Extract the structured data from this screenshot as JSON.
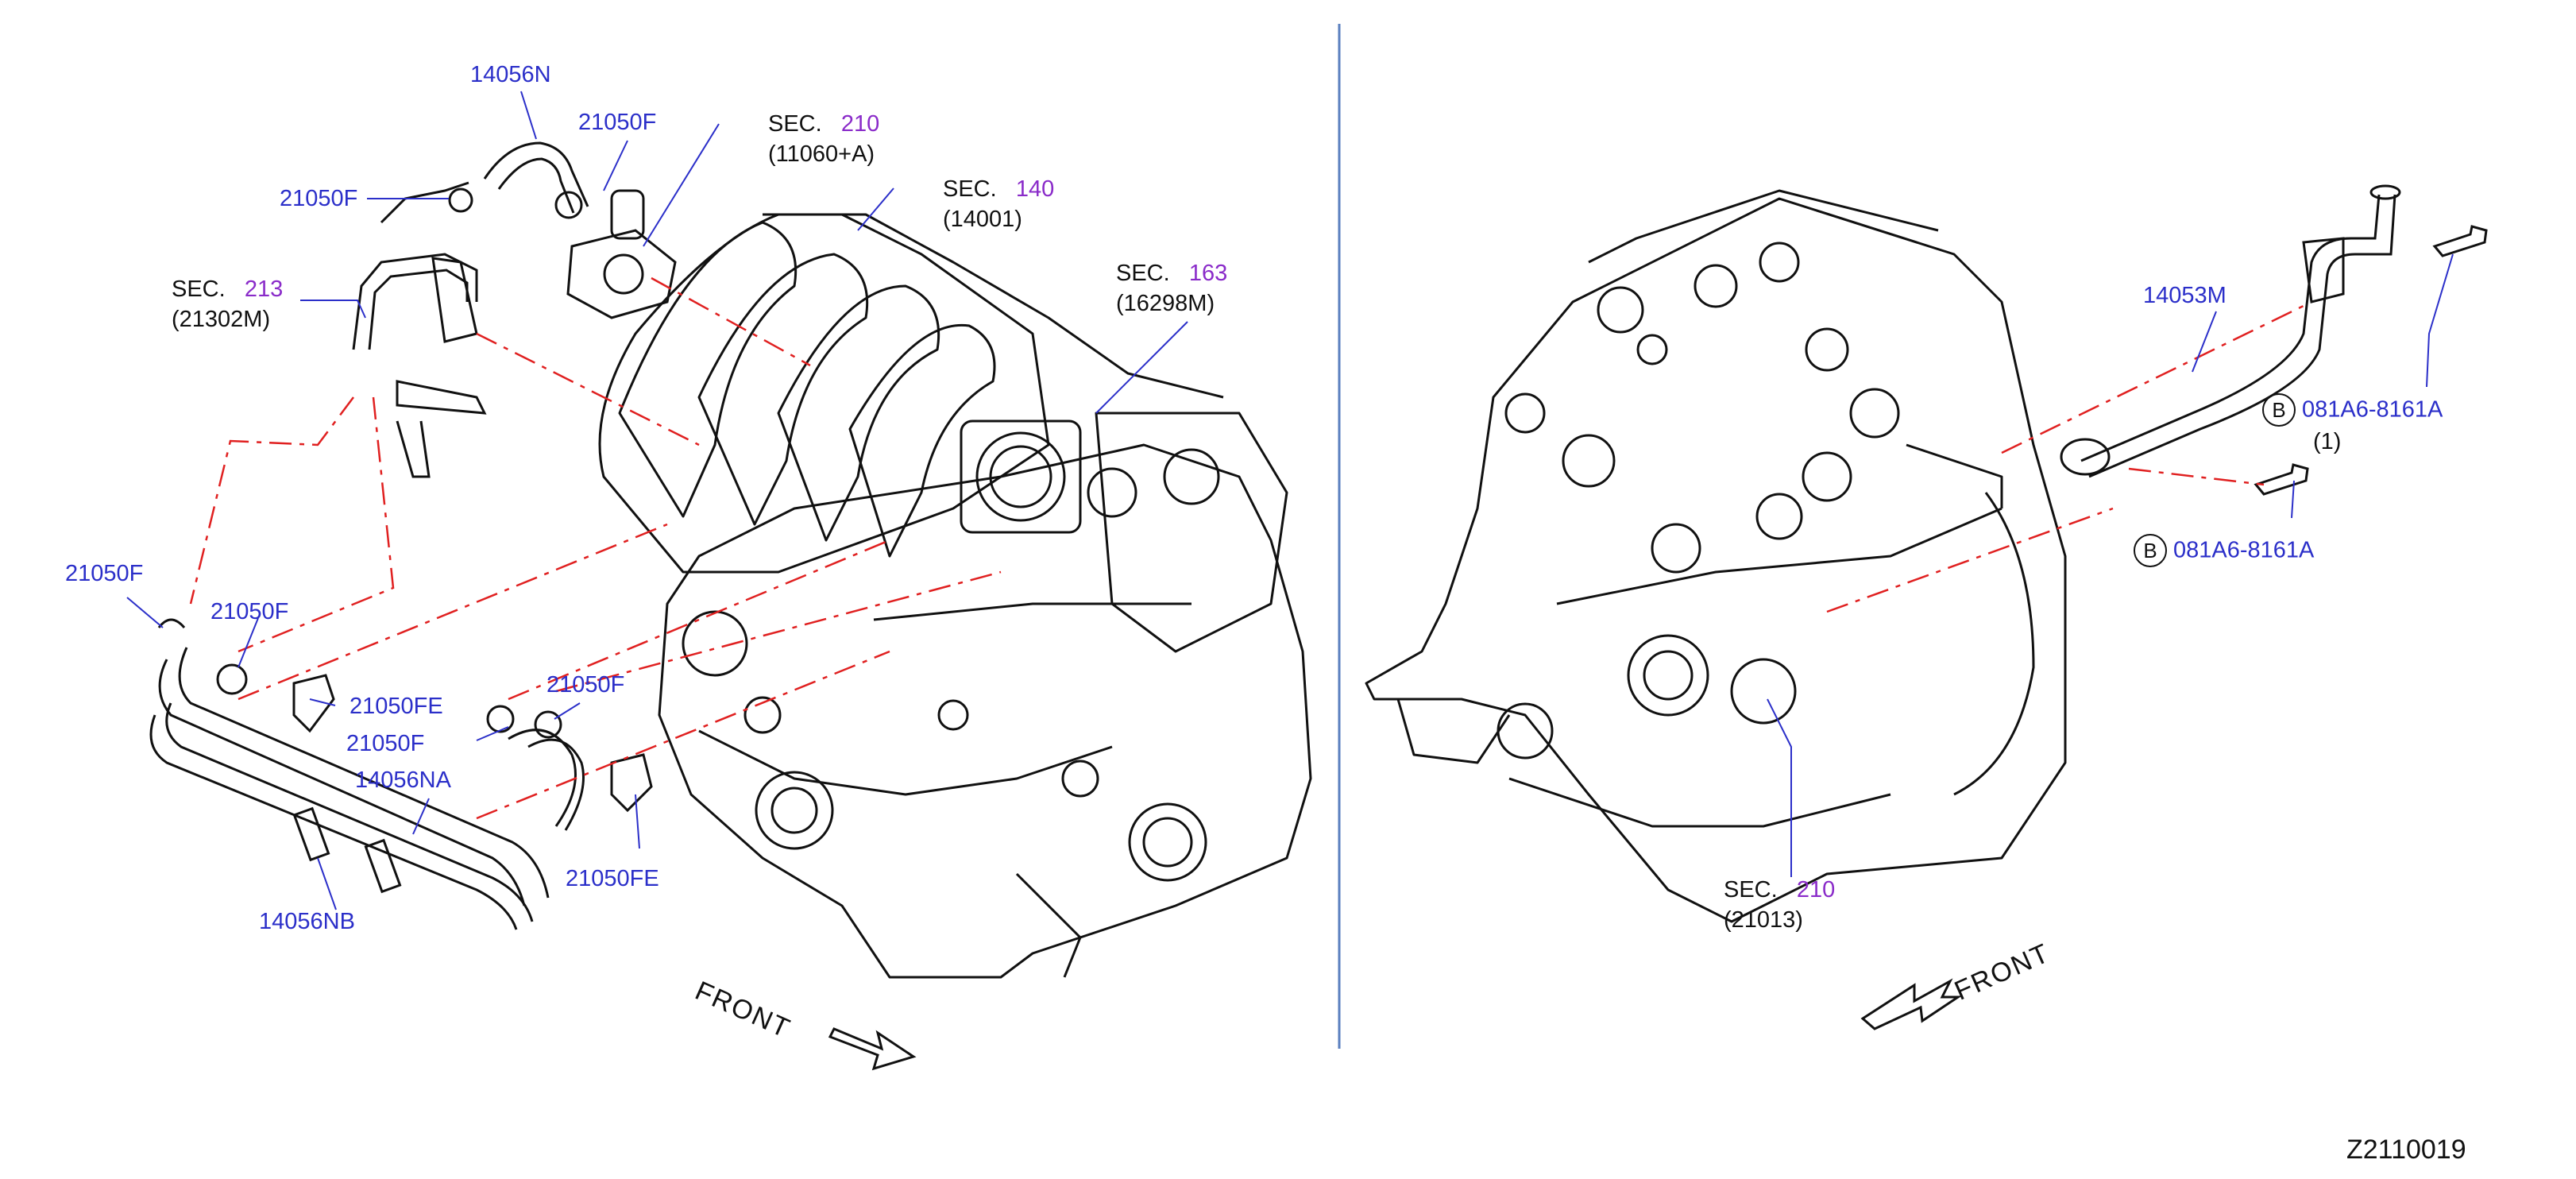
{
  "colors": {
    "part_number": "#2b2fc9",
    "sec_number": "#8a2bc9",
    "text": "#111111",
    "center_line": "#5a7fbf",
    "dashed_line": "#e02020",
    "leader_line": "#2b2fc9"
  },
  "left_callouts": {
    "hose_top": "14056N",
    "clamp_top": "21050F",
    "clamp_upper_left": "21050F",
    "clamp_mid_left": "21050F",
    "clamp_mid_left_partial": "21050F",
    "clip_fe_left": "21050FE",
    "clamp_mid_a": "21050F",
    "clamp_mid_b": "21050F",
    "hose_na": "14056NA",
    "clip_fe_bottom": "21050FE",
    "hose_nb": "14056NB"
  },
  "left_sections": {
    "sec_210": {
      "word": "SEC.",
      "num": "210",
      "code": "(11060+A)"
    },
    "sec_140": {
      "word": "SEC.",
      "num": "140",
      "code": "(14001)"
    },
    "sec_213": {
      "word": "SEC.",
      "num": "213",
      "code": "(21302M)"
    },
    "sec_163": {
      "word": "SEC.",
      "num": "163",
      "code": "(16298M)"
    }
  },
  "right_callouts": {
    "pipe": "14053M",
    "bolt_top": {
      "badge": "B",
      "code": "081A6-8161A",
      "qty": "(1)"
    },
    "bolt_bottom": {
      "badge": "B",
      "code": "081A6-8161A"
    }
  },
  "right_sections": {
    "sec_210": {
      "word": "SEC.",
      "num": "210",
      "code": "(21013)"
    }
  },
  "front_left": "FRONT",
  "front_right": "FRONT",
  "figure_id": "Z2110019"
}
